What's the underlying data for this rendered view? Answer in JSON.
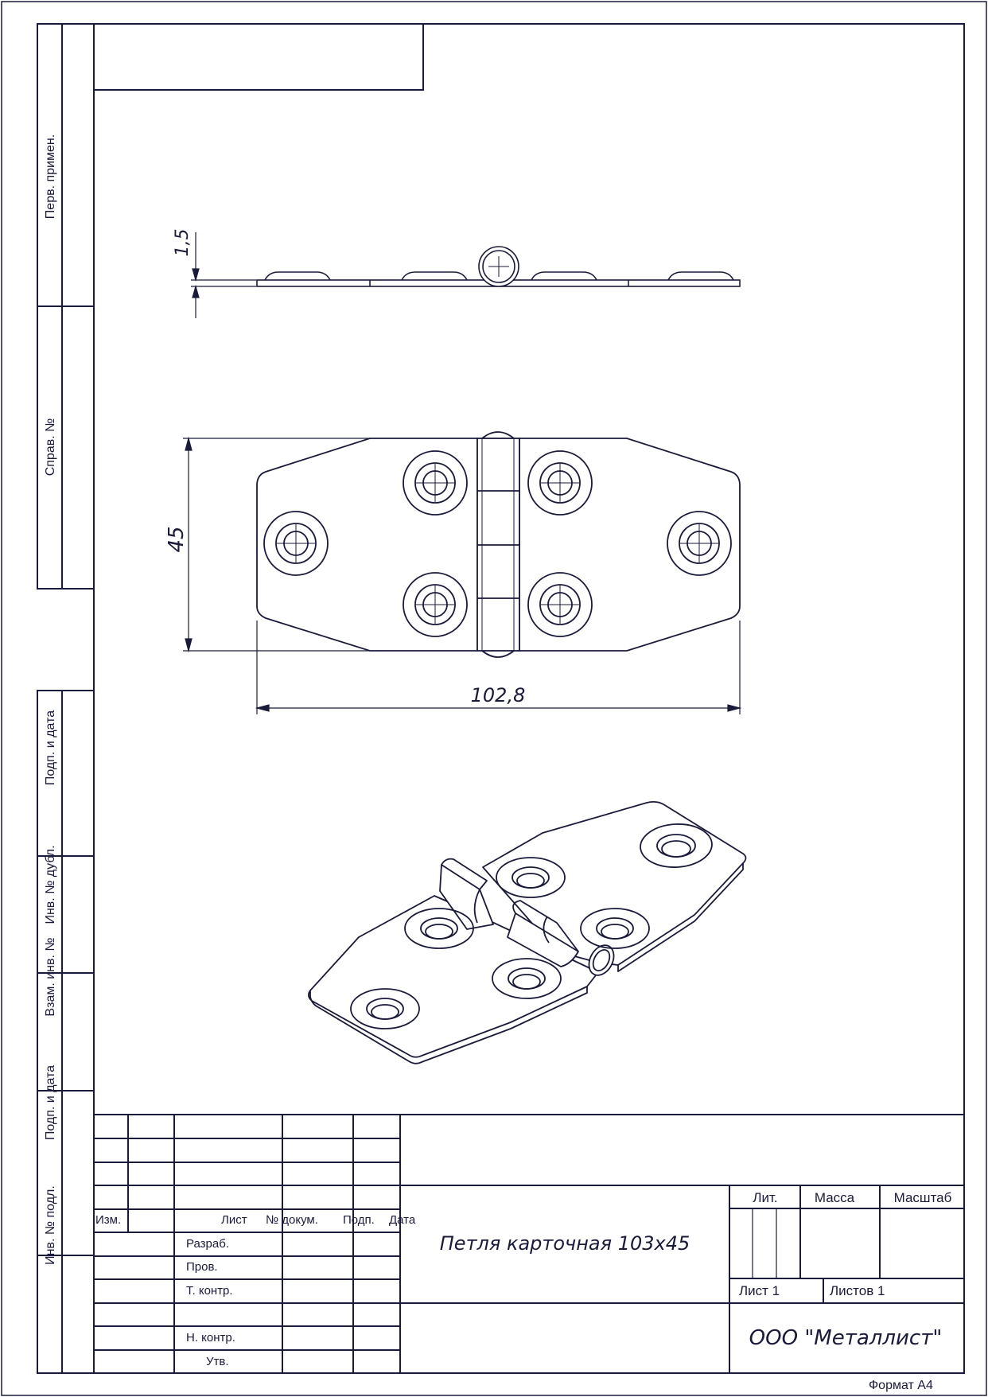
{
  "side_strip": {
    "perv_primen": "Перв. примен.",
    "sprav_no": "Справ. №",
    "podp_data_1": "Подп. и дата",
    "inv_dubl": "Инв. № дубл.",
    "vzam_inv": "Взам. инв. №",
    "podp_data_2": "Подп. и дата",
    "inv_podl": "Инв. № подл."
  },
  "dimensions": {
    "thickness": "1,5",
    "height": "45",
    "length": "102,8"
  },
  "title_block": {
    "izm": "Изм.",
    "list": "Лист",
    "no_dokum": "№ докум.",
    "podp": "Подп.",
    "data": "Дата",
    "razrab": "Разраб.",
    "prov": "Пров.",
    "t_kontr": "Т. контр.",
    "n_kontr": "Н. контр.",
    "utv": "Утв.",
    "part_name": "Петля карточная 103х45",
    "lit": "Лит.",
    "massa": "Масса",
    "masshtab": "Масштаб",
    "sheet": "Лист 1",
    "sheets": "Листов 1",
    "company": "ООО \"Металлист\""
  },
  "format_label": "Формат А4",
  "colors": {
    "ink": "#1a1a3a",
    "paper": "#ffffff"
  }
}
